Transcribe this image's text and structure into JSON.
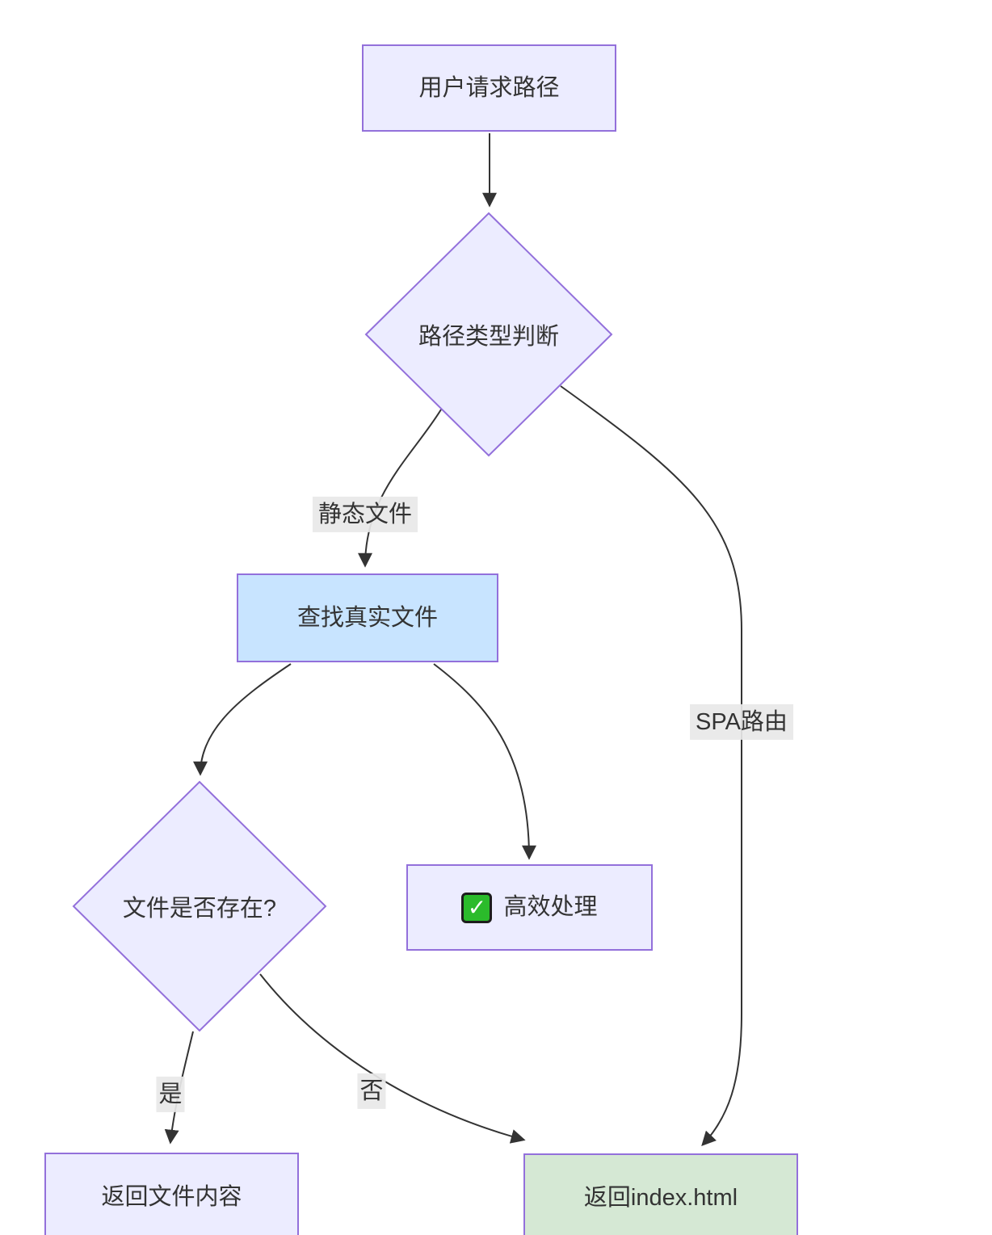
{
  "diagram": {
    "nodes": {
      "user_request": {
        "label": "用户请求路径"
      },
      "path_type": {
        "label": "路径类型判断"
      },
      "find_real_file": {
        "label": "查找真实文件"
      },
      "file_exists": {
        "label": "文件是否存在?"
      },
      "efficient": {
        "label": "高效处理",
        "icon_name": "check-icon",
        "icon_glyph": "✓"
      },
      "return_file_content": {
        "label": "返回文件内容"
      },
      "return_index": {
        "label": "返回index.html"
      }
    },
    "edge_labels": {
      "static_file": "静态文件",
      "spa_route": "SPA路由",
      "yes": "是",
      "no": "否"
    },
    "colors": {
      "node_fill": "#ECECFF",
      "node_border": "#9370DB",
      "blue_node_fill": "#C8E4FF",
      "green_node_fill": "#D5E8D4",
      "edge_line": "#333333",
      "edge_label_bg": "#e8e8e8",
      "text": "#333333",
      "check_green": "#2BBB2B"
    }
  }
}
